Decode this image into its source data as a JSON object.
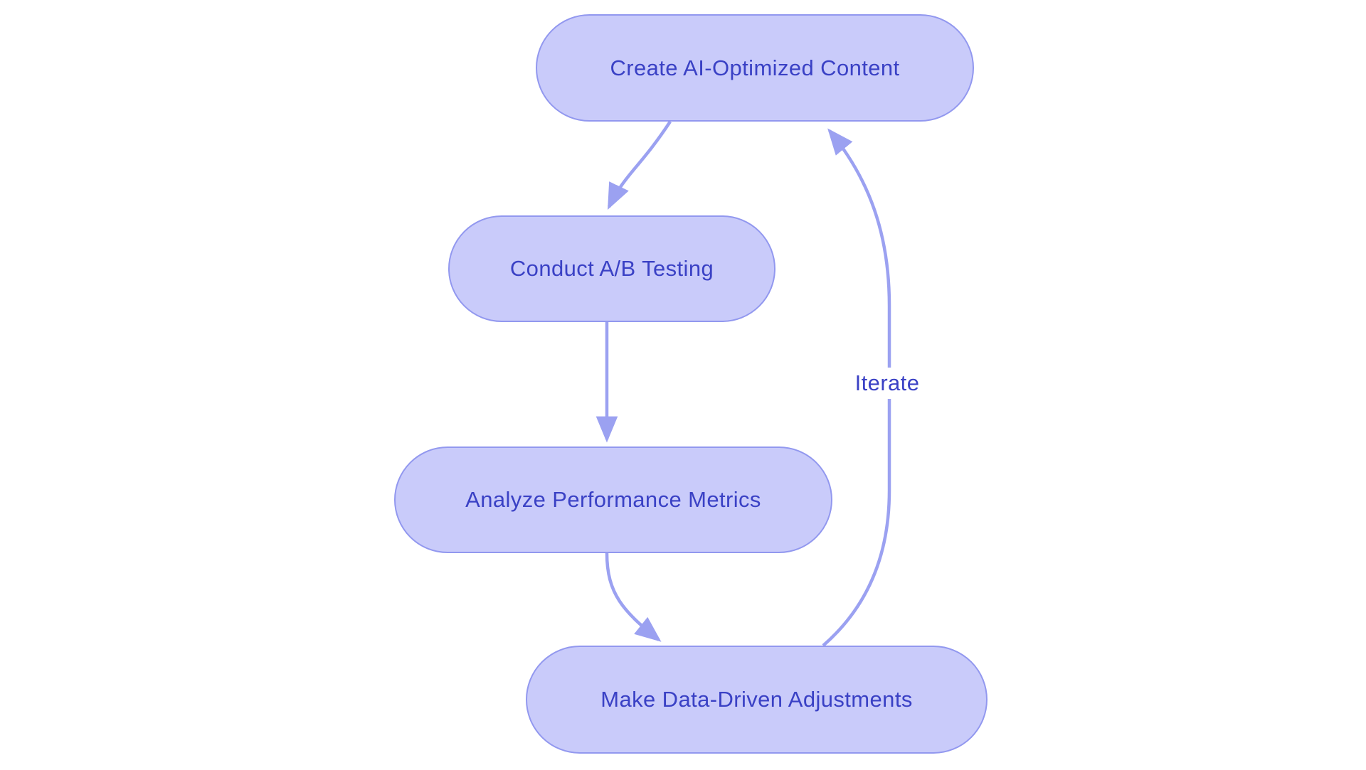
{
  "colors": {
    "node_fill": "#c9cbfa",
    "node_border": "#9298ef",
    "edge": "#9ba1f1",
    "text": "#3a41c5",
    "background": "#ffffff"
  },
  "diagram_type": "flowchart",
  "nodes": [
    {
      "label": "Create AI-Optimized Content"
    },
    {
      "label": "Conduct A/B Testing"
    },
    {
      "label": "Analyze Performance Metrics"
    },
    {
      "label": "Make Data-Driven Adjustments"
    }
  ],
  "edges": [
    {
      "from": "Create AI-Optimized Content",
      "to": "Conduct A/B Testing",
      "label": ""
    },
    {
      "from": "Conduct A/B Testing",
      "to": "Analyze Performance Metrics",
      "label": ""
    },
    {
      "from": "Analyze Performance Metrics",
      "to": "Make Data-Driven Adjustments",
      "label": ""
    },
    {
      "from": "Make Data-Driven Adjustments",
      "to": "Create AI-Optimized Content",
      "label": "Iterate"
    }
  ]
}
